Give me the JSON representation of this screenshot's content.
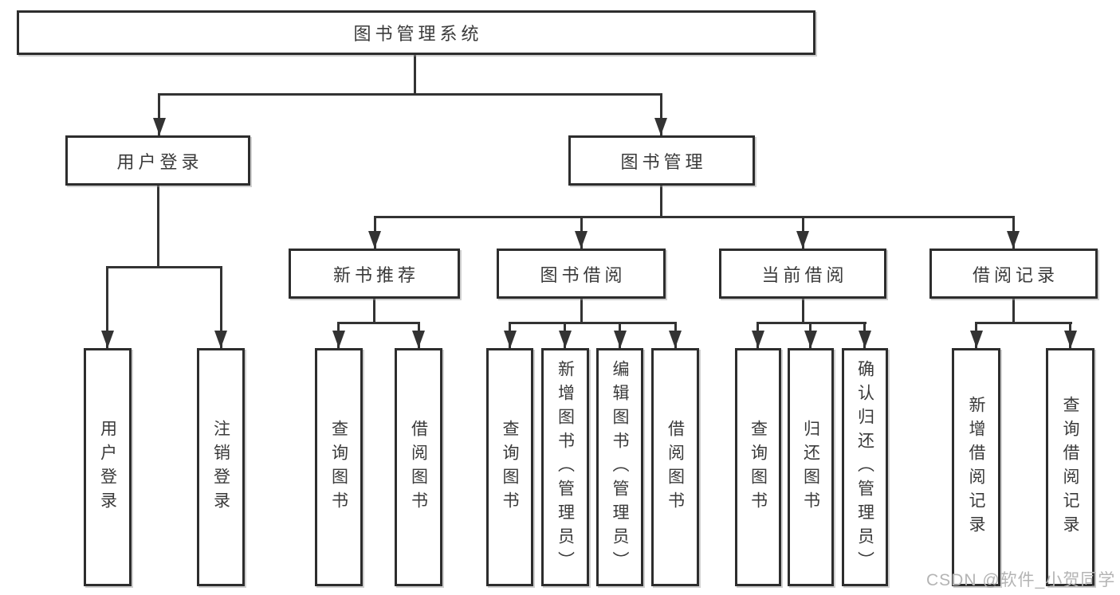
{
  "diagram": {
    "watermark": "CSDN @软件_小贺同学",
    "colors": {
      "line": "#333333",
      "box_border": "#2d2d2d",
      "text": "#3a3a3a",
      "background": "#ffffff",
      "watermark": "#b4b4b4"
    },
    "tree": {
      "label": "图书管理系统",
      "children": [
        {
          "label": "用户登录",
          "children": [
            {
              "label": "用户登录"
            },
            {
              "label": "注销登录"
            }
          ]
        },
        {
          "label": "图书管理",
          "children": [
            {
              "label": "新书推荐",
              "children": [
                {
                  "label": "查询图书"
                },
                {
                  "label": "借阅图书"
                }
              ]
            },
            {
              "label": "图书借阅",
              "children": [
                {
                  "label": "查询图书"
                },
                {
                  "label": "新增图书（管理员）"
                },
                {
                  "label": "编辑图书（管理员）"
                },
                {
                  "label": "借阅图书"
                }
              ]
            },
            {
              "label": "当前借阅",
              "children": [
                {
                  "label": "查询图书"
                },
                {
                  "label": "归还图书"
                },
                {
                  "label": "确认归还（管理员）"
                }
              ]
            },
            {
              "label": "借阅记录",
              "children": [
                {
                  "label": "新增借阅记录"
                },
                {
                  "label": "查询借阅记录"
                }
              ]
            }
          ]
        }
      ]
    }
  }
}
